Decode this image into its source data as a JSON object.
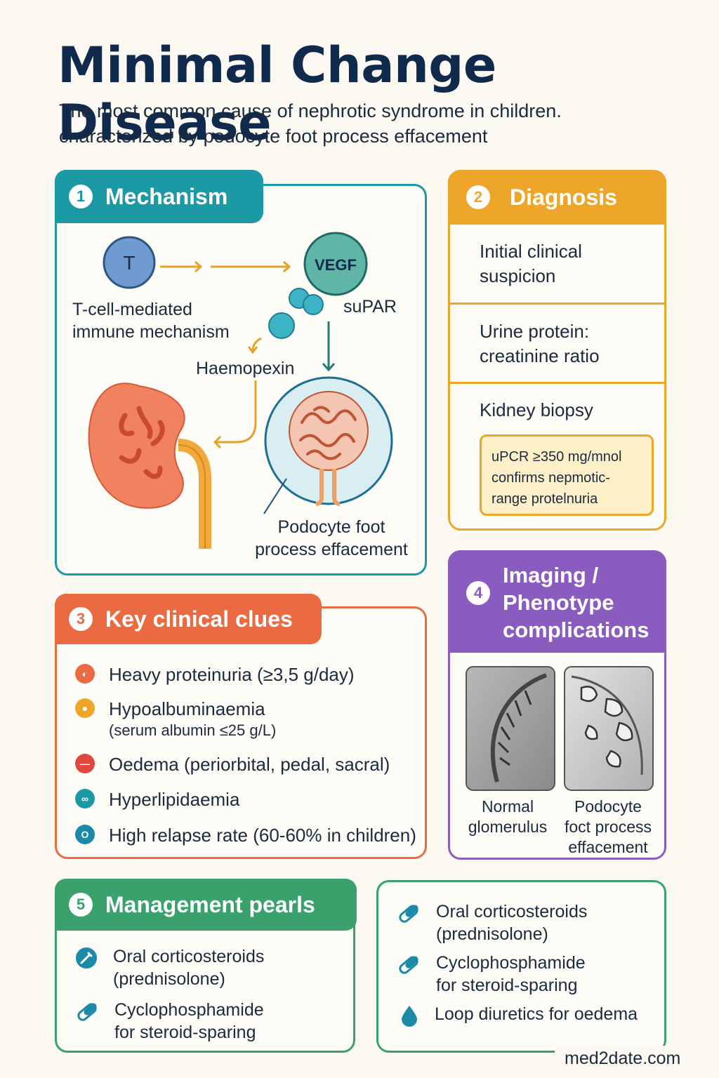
{
  "header": {
    "title": "Minimal Change Disease",
    "subtitle_line1": "The most common cause of nephrotic syndrome in children.",
    "subtitle_line2": "characterized by podocyte foot process effacement"
  },
  "mechanism": {
    "number": "1",
    "heading": "Mechanism",
    "t_cell_letter": "T",
    "vegf_label": "VEGF",
    "tcell_caption_line1": "T-cell-mediated",
    "tcell_caption_line2": "immune mechanism",
    "supar_label": "suPAR",
    "haemopexin_label": "Haemopexin",
    "podocyte_caption_line1": "Podocyte foot",
    "podocyte_caption_line2": "process effacement",
    "colors": {
      "tcell": "#4f7fb3",
      "vegf": "#4aa79a",
      "supar": "#2ea2b8",
      "kidney": "#ef7b5a",
      "arrow": "#e3a32a"
    }
  },
  "diagnosis": {
    "number": "2",
    "heading": "Diagnosis",
    "steps": [
      {
        "line1": "Initial clinical",
        "line2": "suspicion"
      },
      {
        "line1": "Urine protein:",
        "line2": "creatinine ratio"
      },
      {
        "line1": "Kidney biopsy",
        "line2": ""
      }
    ],
    "note_line1": "uPCR  ≥350 mg/mnol",
    "note_line2": "confirms nepmotic-",
    "note_line3": "range protelnuria"
  },
  "clinical_clues": {
    "number": "3",
    "heading": "Key clinical clues",
    "items": [
      {
        "text": "Heavy proteinuria (≥3,5 g/day)",
        "sub": "",
        "icon": "droplet-icon",
        "color": "#ea6a41"
      },
      {
        "text": "Hypoalbuminaemia",
        "sub": "(serum albumin ≤25 g/L)",
        "icon": "drop-icon",
        "color": "#eea62a"
      },
      {
        "text": "Oedema (periorbital, pedal, sacral)",
        "sub": "",
        "icon": "minus-icon",
        "color": "#e0473f"
      },
      {
        "text": "Hyperlipidaemia",
        "sub": "",
        "icon": "lipid-icon",
        "color": "#1b9aa6"
      },
      {
        "text": "High relapse rate (60-60% in children)",
        "sub": "",
        "icon": "cycle-icon",
        "color": "#1b8aa6"
      }
    ]
  },
  "imaging": {
    "number": "4",
    "heading_line1": "Imaging /",
    "heading_line2": "Phenotype",
    "heading_line3": "complications",
    "left_label_line1": "Normal",
    "left_label_line2": "glomerulus",
    "right_label_line1": "Podocyte",
    "right_label_line2": "foct process",
    "right_label_line3": "effacement"
  },
  "management": {
    "number": "5",
    "heading": "Management pearls",
    "left_items": [
      {
        "line1": "Oral corticosteroids",
        "line2": "(prednisolone)",
        "icon": "syringe-icon"
      },
      {
        "line1": "Cyclophosphamide",
        "line2": "for steroid-sparing",
        "icon": "pill-icon"
      }
    ],
    "right_items": [
      {
        "line1": "Oral corticosteroids",
        "line2": "(prednisolone)",
        "icon": "pill-icon"
      },
      {
        "line1": "Cyclophosphamide",
        "line2": "for steroid-sparing",
        "icon": "pill-icon"
      },
      {
        "line1": "Loop diuretics for oedema",
        "line2": "",
        "icon": "drop-icon"
      }
    ],
    "accent": "#3aa16c",
    "icon_color": "#1b8aa6"
  },
  "footer": {
    "site": "med2date.com"
  }
}
